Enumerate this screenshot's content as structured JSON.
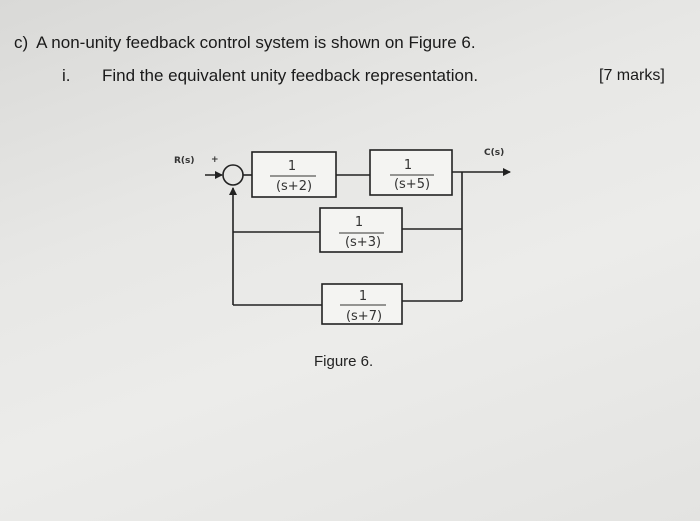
{
  "question": {
    "label": "c)",
    "text": "A non-unity feedback control system is shown on Figure 6.",
    "sub_label": "i.",
    "sub_text": "Find the equivalent unity feedback representation.",
    "marks": "[7 marks]"
  },
  "diagram": {
    "input_label": "R(s)",
    "output_label": "C(s)",
    "plus_sign": "+",
    "blocks": [
      {
        "num": "1",
        "den": "(s+2)"
      },
      {
        "num": "1",
        "den": "(s+5)"
      },
      {
        "num": "1",
        "den": "(s+3)"
      },
      {
        "num": "1",
        "den": "(s+7)"
      }
    ],
    "caption": "Figure 6."
  }
}
